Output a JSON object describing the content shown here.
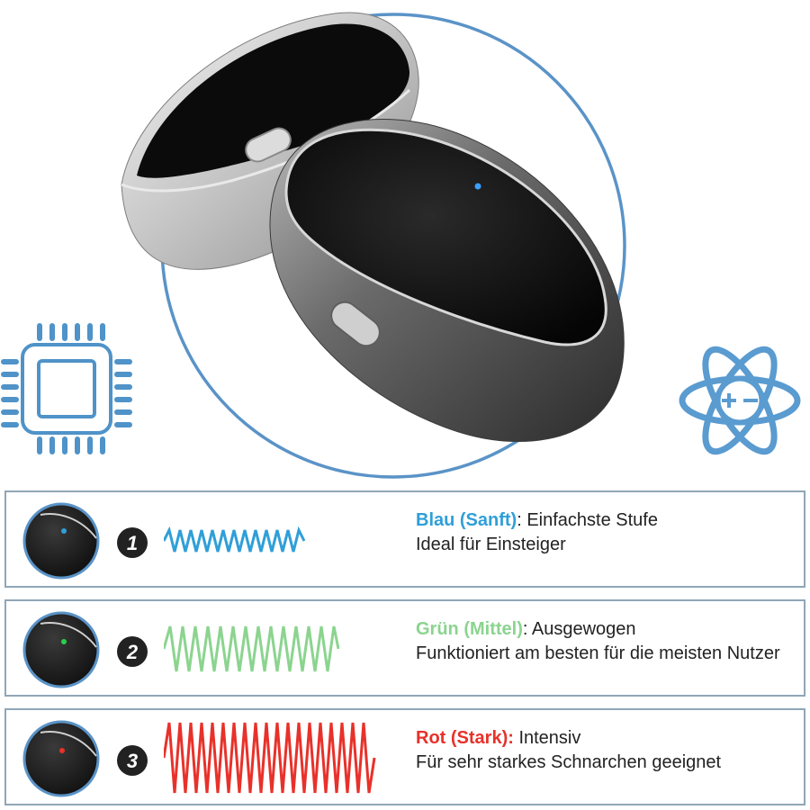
{
  "colors": {
    "blue": "#2f9fd8",
    "green": "#8bd48f",
    "red": "#e8312a",
    "icon_blue": "#4f93c8",
    "frame": "#8fa6b8"
  },
  "icons": {
    "left": "chip-icon",
    "right": "atom-plus-minus-icon",
    "level_indicator": "glowing-dot-icon"
  },
  "levels": [
    {
      "number": "1",
      "name": "Blau (Sanft)",
      "separator": ":",
      "summary": " Einfachste Stufe",
      "detail": "Ideal für Einsteiger",
      "color": "#2f9fd8"
    },
    {
      "number": "2",
      "name": "Grün (Mittel)",
      "separator": ":",
      "summary": " Ausgewogen",
      "detail": "Funktioniert am besten für die meisten Nutzer",
      "color": "#8bd48f"
    },
    {
      "number": "3",
      "name": "Rot (Stark):",
      "separator": "",
      "summary": " Intensiv",
      "detail": "Für sehr starkes Schnarchen geeignet",
      "color": "#e8312a"
    }
  ]
}
